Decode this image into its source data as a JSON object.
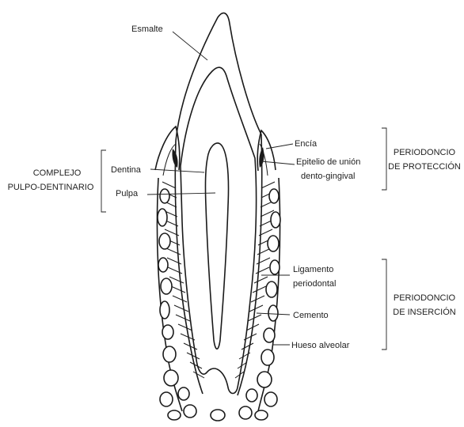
{
  "labels": {
    "esmalte": "Esmalte",
    "encia": "Encía",
    "epitelio_line1": "Epitelio de unión",
    "epitelio_line2": "dento-gingival",
    "dentina": "Dentina",
    "pulpa": "Pulpa",
    "ligamento_line1": "Ligamento",
    "ligamento_line2": "periodontal",
    "cemento": "Cemento",
    "hueso": "Hueso alveolar"
  },
  "groups": {
    "complejo_line1": "COMPLEJO",
    "complejo_line2": "PULPO-DENTINARIO",
    "proteccion_line1": "PERIODONCIO",
    "proteccion_line2": "DE PROTECCIÓN",
    "insercion_line1": "PERIODONCIO",
    "insercion_line2": "DE INSERCIÓN"
  },
  "colors": {
    "ink": "#1a1a1a",
    "background": "#ffffff"
  }
}
